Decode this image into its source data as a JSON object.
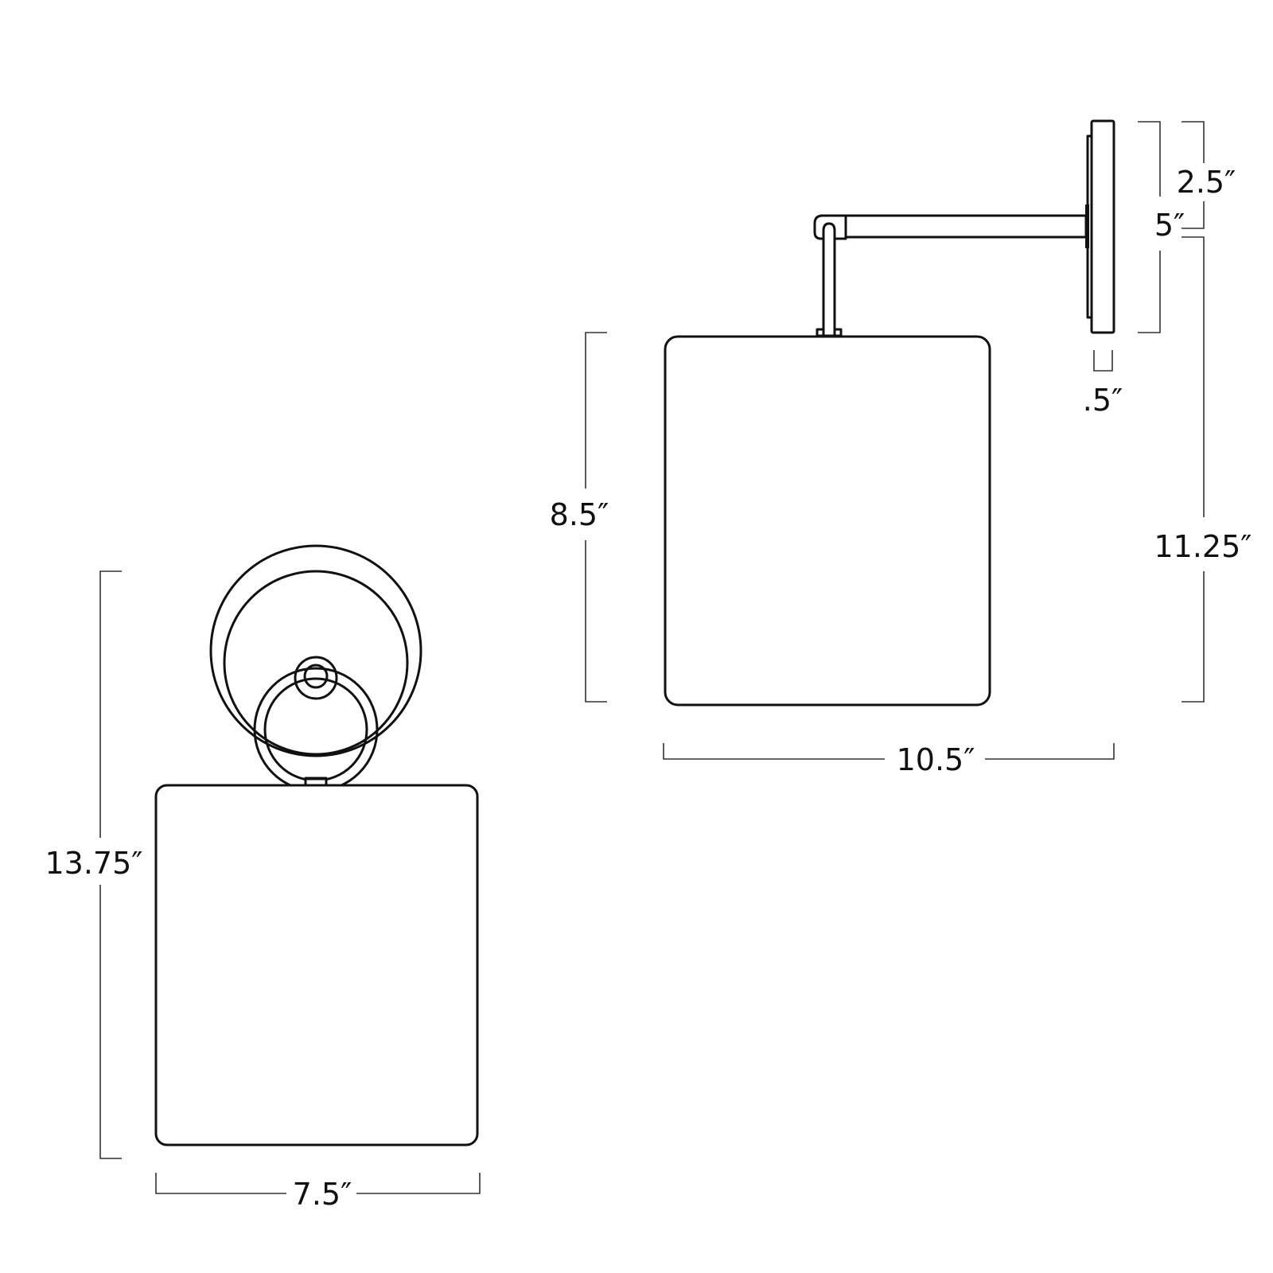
{
  "diagram": {
    "type": "product-dimension-drawing",
    "subject": "wall sconce with cylindrical shade",
    "colors": {
      "line": "#111111",
      "dimension_line": "#333333",
      "background": "#ffffff"
    },
    "front_view": {
      "height_label": "13.75″",
      "width_label": "7.5″"
    },
    "side_view": {
      "shade_height_label": "8.5″",
      "extension_label": "10.5″",
      "backplate_height_label": "5″",
      "backplate_top_to_arm_label": "2.5″",
      "arm_to_shade_bottom_label": "11.25″",
      "backplate_depth_label": ".5″"
    }
  }
}
